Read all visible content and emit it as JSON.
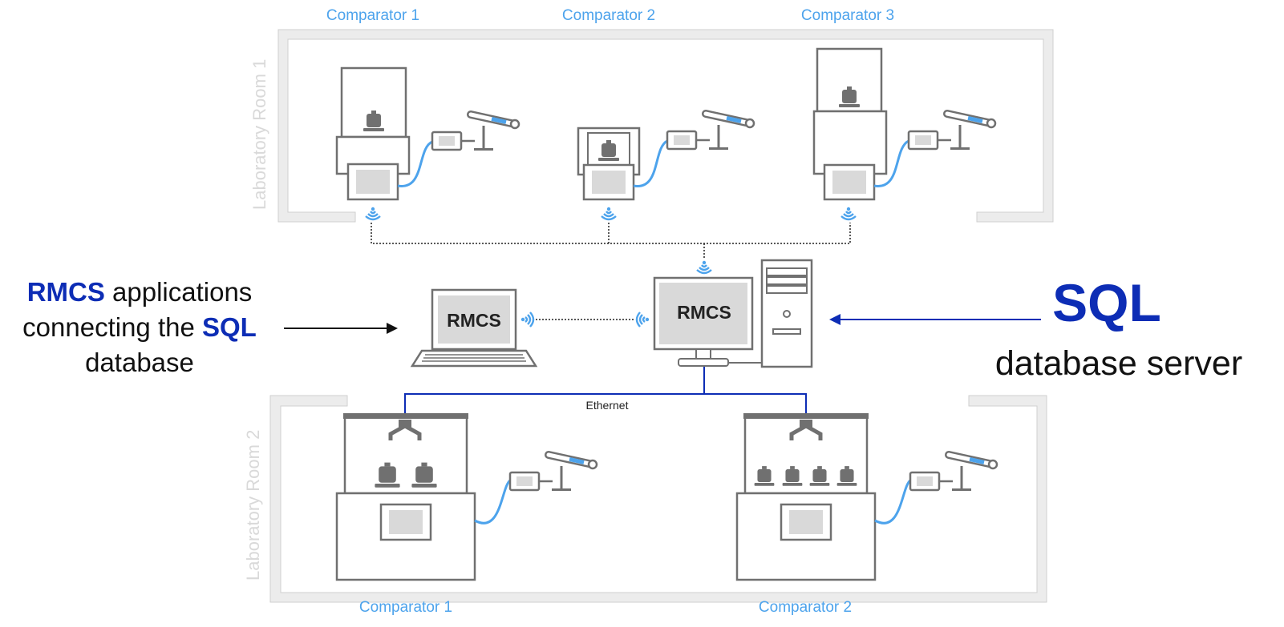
{
  "room1": {
    "label": "Laboratory Room 1",
    "comparators": [
      "Comparator 1",
      "Comparator 2",
      "Comparator 3"
    ]
  },
  "room2": {
    "label": "Laboratory Room 2",
    "comparators": [
      "Comparator 1",
      "Comparator 2"
    ]
  },
  "laptop_label": "RMCS",
  "server_label": "RMCS",
  "network_label": "Ethernet",
  "left_caption": {
    "part1": "RMCS",
    "part2": " applications",
    "part3": "connecting the ",
    "part4": "SQL",
    "part5": "database"
  },
  "right_caption": {
    "title": "SQL",
    "subtitle": "database server"
  },
  "colors": {
    "accent_blue": "#0d2db5",
    "light_blue": "#4da3ec",
    "device_gray": "#707070",
    "room_wall": "#ececec"
  },
  "icons": [
    "wifi-icon",
    "weight-icon",
    "camera-sensor-icon",
    "laptop-icon",
    "desktop-computer-icon",
    "robot-gripper-icon"
  ]
}
